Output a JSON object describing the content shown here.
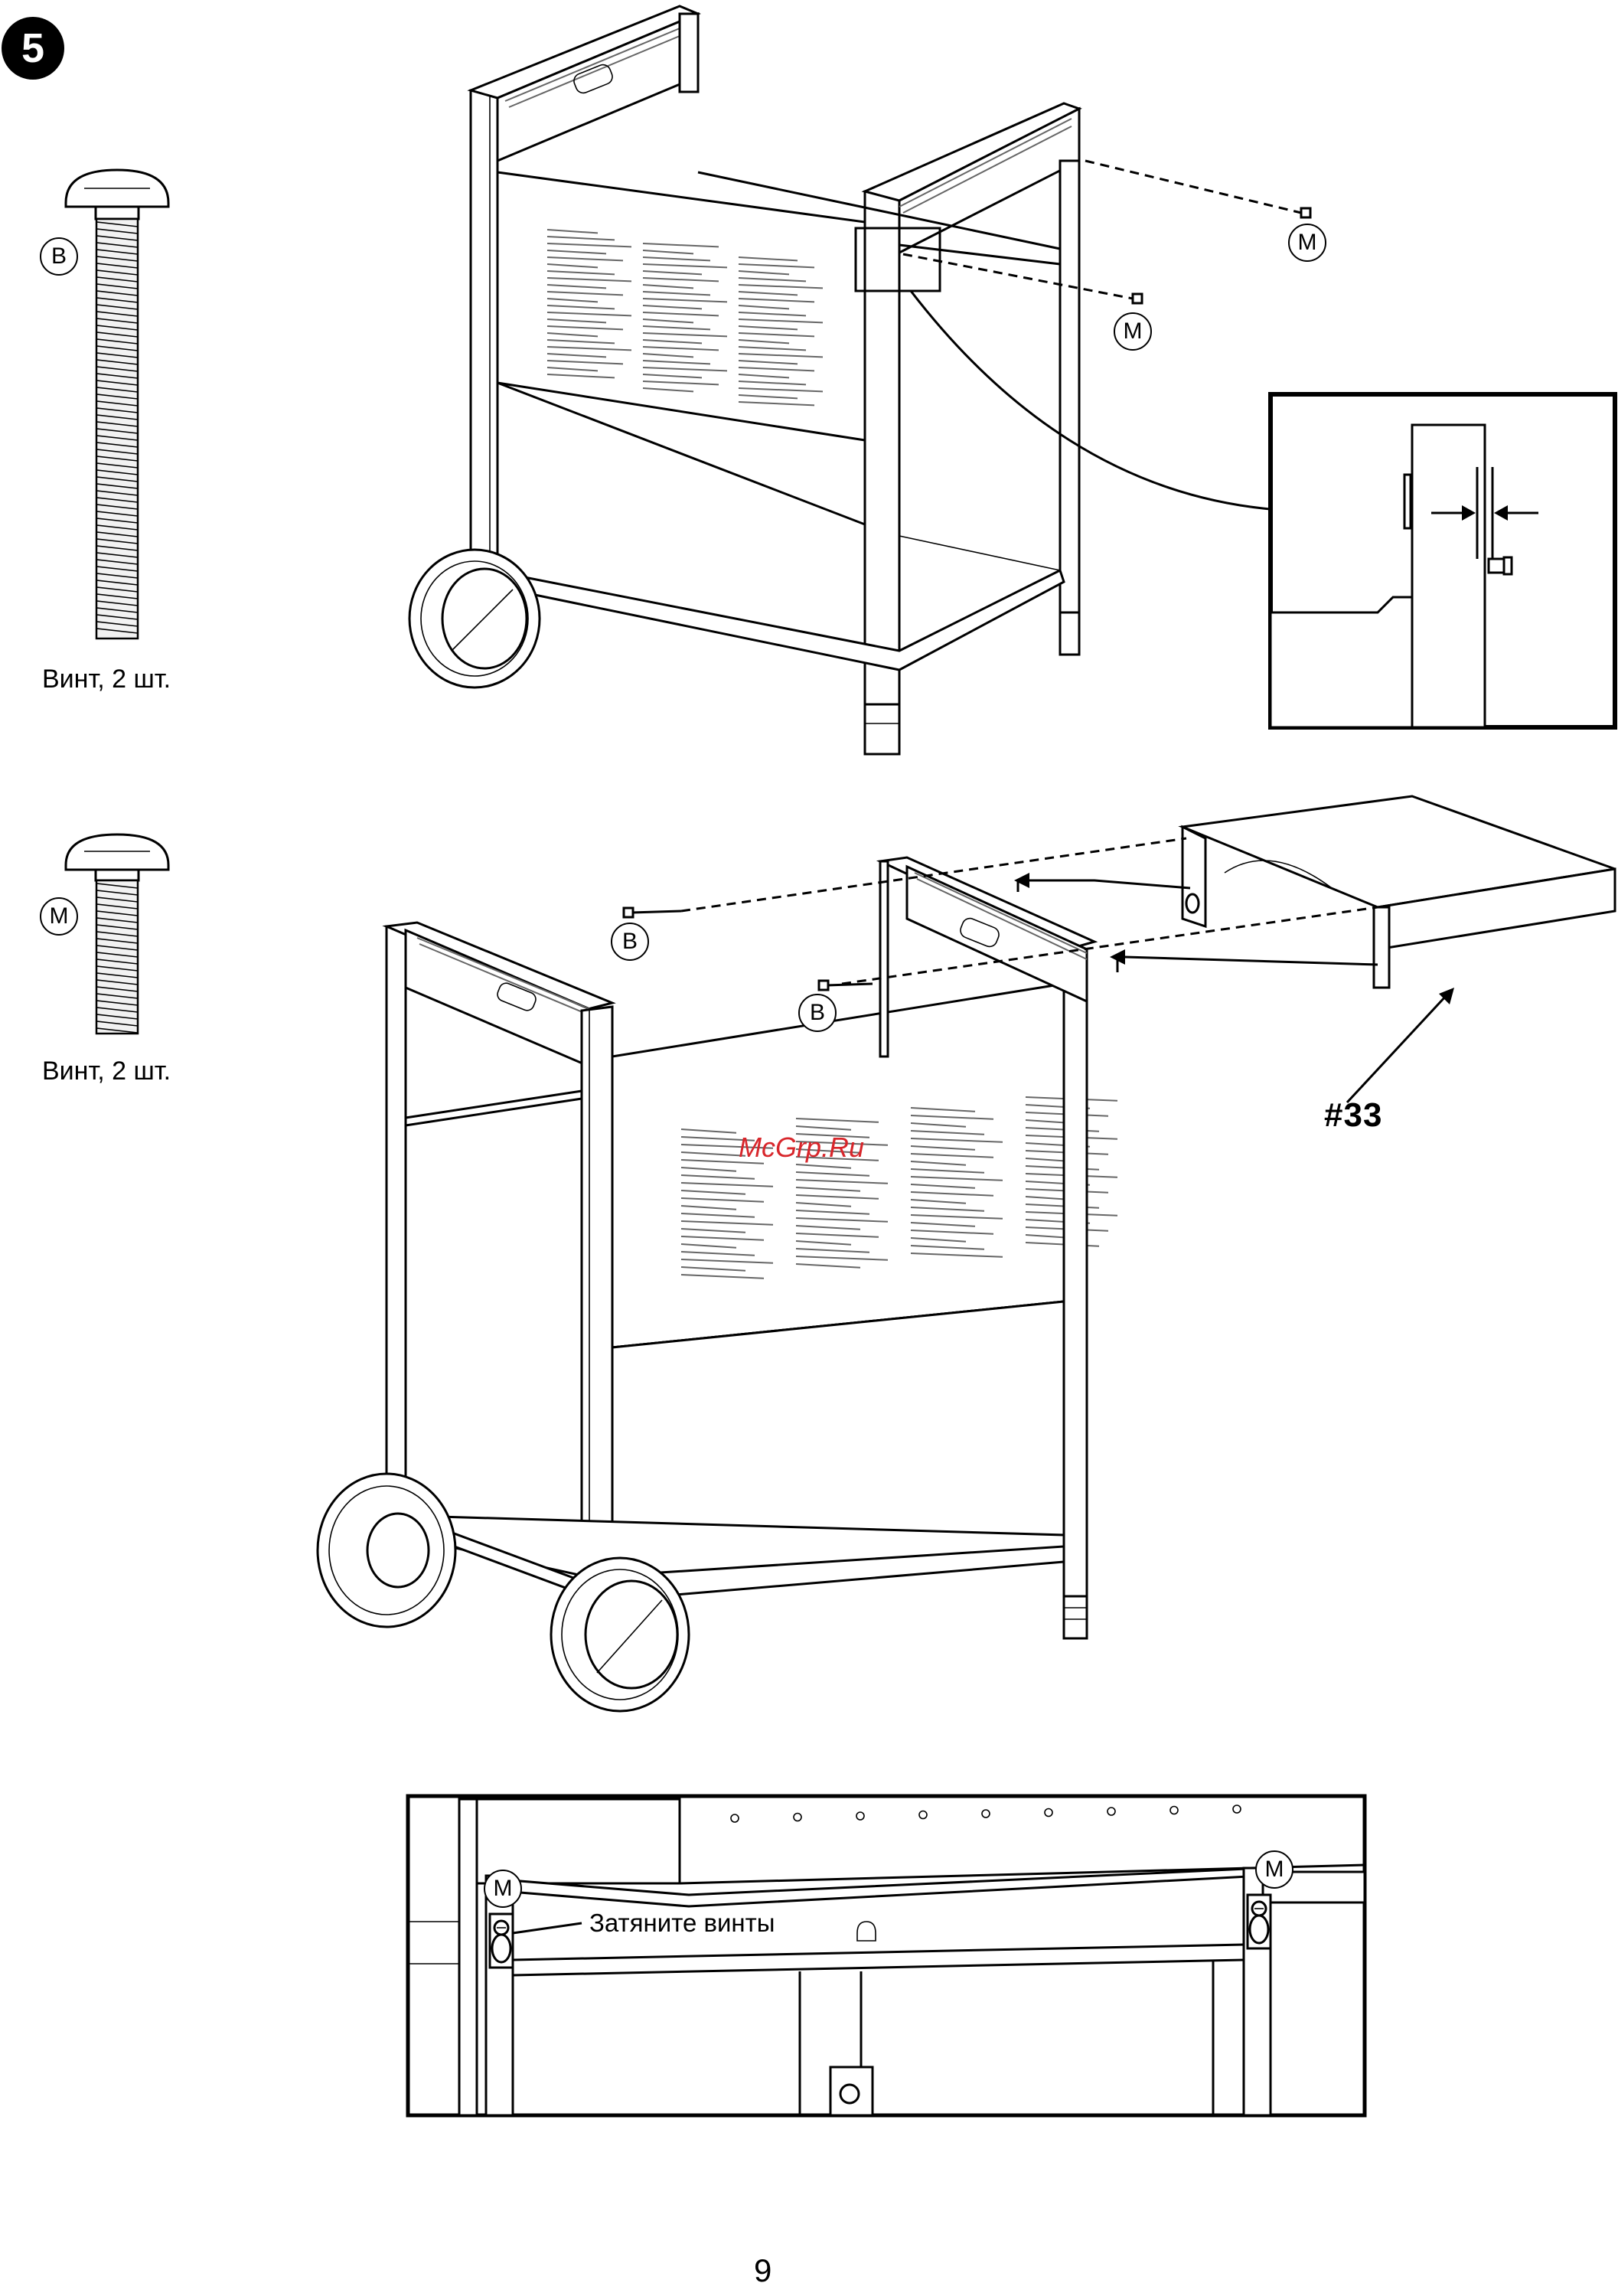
{
  "step": {
    "number": "5"
  },
  "hardware": [
    {
      "letter": "B",
      "caption": "Винт, 2 шт."
    },
    {
      "letter": "M",
      "caption": "Винт, 2 шт."
    }
  ],
  "diagram_top": {
    "callouts": [
      "M",
      "M"
    ]
  },
  "diagram_mid": {
    "callouts": [
      "B",
      "B"
    ],
    "part_number": "#33",
    "watermark": "McGrp.Ru"
  },
  "diagram_bottom": {
    "callouts": [
      "M",
      "M"
    ],
    "instruction": "Затяните винты"
  },
  "page": {
    "number": "9"
  }
}
